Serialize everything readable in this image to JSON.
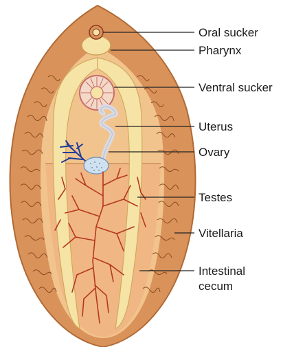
{
  "labels": {
    "oral_sucker": "Oral sucker",
    "pharynx": "Pharynx",
    "ventral_sucker": "Ventral sucker",
    "uterus": "Uterus",
    "ovary": "Ovary",
    "testes": "Testes",
    "vitellaria": "Vitellaria",
    "intestinal_cecum_line1": "Intestinal",
    "intestinal_cecum_line2": "cecum"
  },
  "colors": {
    "body_outer": "#d9925a",
    "body_inner": "#f2c48d",
    "cecum": "#f6e3a6",
    "vitellaria_lines": "#8a4a20",
    "testes": "#b5381e",
    "ovary": "#cfe0ef",
    "ovary_ducts": "#1f3c9a",
    "uterus": "#d9dbe6",
    "ventral_sucker": "#c86b6b"
  }
}
